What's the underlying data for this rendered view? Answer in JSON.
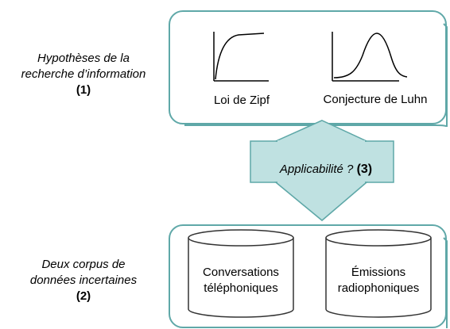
{
  "left_top": {
    "line1": "Hypothèses de la",
    "line2": "recherche d’information",
    "number": "(1)"
  },
  "left_bottom": {
    "line1": "Deux corpus de",
    "line2": "données incertaines",
    "number": "(2)"
  },
  "graphs": {
    "zipf_label": "Loi de Zipf",
    "luhn_label": "Conjecture de Luhn"
  },
  "arrow": {
    "text": "Applicabilité ?",
    "number": "(3)"
  },
  "corpora": {
    "c1_line1": "Conversations",
    "c1_line2": "téléphoniques",
    "c2_line1": "Émissions",
    "c2_line2": "radiophoniques"
  },
  "colors": {
    "panel_border": "#5fa8a8",
    "arrow_fill": "#bfe1e1"
  }
}
